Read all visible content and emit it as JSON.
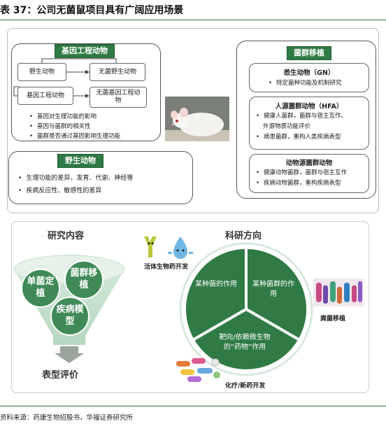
{
  "title": "表 37：公司无菌鼠项目具有广阔应用场景",
  "left_panel": {
    "title": "基因工程动物",
    "box_wild": "野生动物",
    "box_gf_wild": "无菌野生动物",
    "box_ge": "基因工程动物",
    "box_gf_ge": "无菌基因工程动物",
    "bullets": [
      "基因对生理功能的影响",
      "基因与菌群的相关性",
      "菌群是否通过基因影响生理功能"
    ]
  },
  "wild_panel": {
    "title": "野生动物",
    "bullets": [
      "生理功能的差异，发育、代谢、神经等",
      "疾病反应性、敏感性的差异"
    ]
  },
  "right_panel": {
    "title": "菌群移植",
    "gn_title": "悉生动物（GN）",
    "gn_bullets": [
      "特定菌种功能及机制研究"
    ],
    "hfa_title": "人源菌群动物（HFA）",
    "hfa_bullets": [
      "健康人菌群，菌群与宿主互作、",
      "外源物质功能评价",
      "病患菌群，重构人类疾病表型"
    ],
    "animal_title": "动物源菌群动物",
    "animal_bullets": [
      "健康动物菌群，菌群与宿主互作",
      "疾病动物菌群，重构疾病表型"
    ]
  },
  "research": {
    "title": "研究内容",
    "circle1": "单菌定植",
    "circle2": "菌群移植",
    "circle3": "疾病模型",
    "bottom": "表型评价"
  },
  "direction": {
    "title": "科研方向",
    "seg1": "某种菌的作用",
    "seg2": "某种菌群的作用",
    "seg3": "靶向/依赖微生物的“药物”作用",
    "label_live": "活体生物药开发",
    "label_transplant": "粪菌移植",
    "label_chemo": "化疗/新药开发"
  },
  "source": "资料来源：药康生物招股书，华福证券研究所",
  "colors": {
    "green": "#2f7a45",
    "rule": "#2e6b3f"
  }
}
